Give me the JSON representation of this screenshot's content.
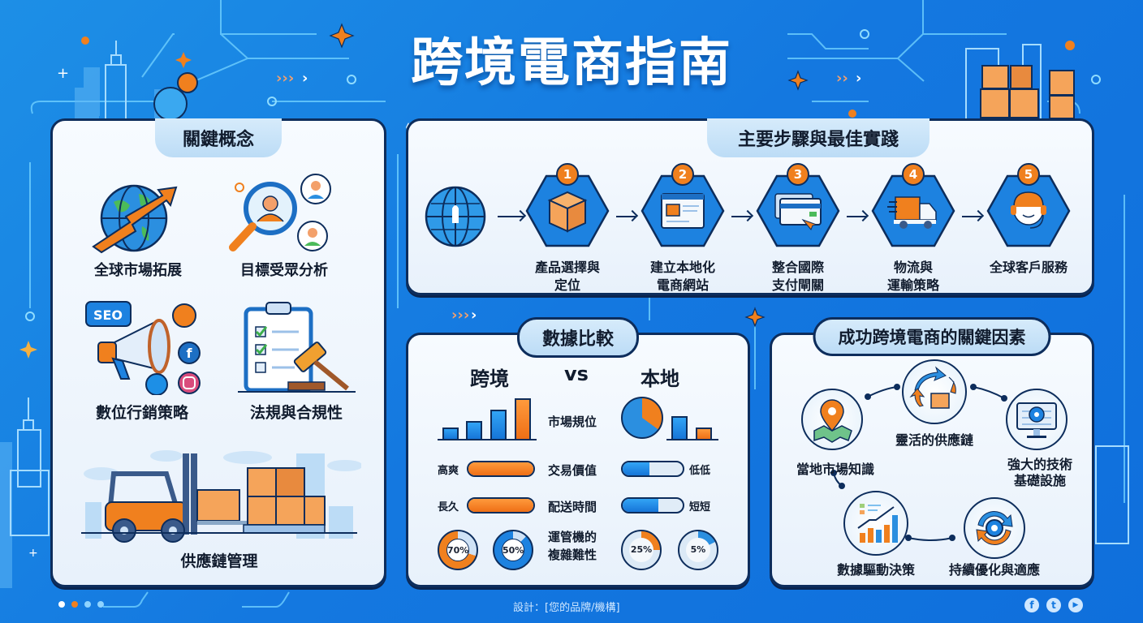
{
  "title": "跨境電商指南",
  "key_concepts": {
    "heading": "關鍵概念",
    "items": [
      {
        "label": "全球市場拓展",
        "icon": "globe-arrows-icon"
      },
      {
        "label": "目標受眾分析",
        "icon": "magnifier-audience-icon"
      },
      {
        "label": "數位行銷策略",
        "icon": "megaphone-seo-icon",
        "badge": "SEO"
      },
      {
        "label": "法規與合規性",
        "icon": "checklist-gavel-icon"
      },
      {
        "label": "供應鏈管理",
        "icon": "forklift-boxes-icon"
      }
    ]
  },
  "steps": {
    "heading": "主要步驟與最佳實踐",
    "start_icon": "globe-icon",
    "items": [
      {
        "num": "1",
        "line1": "產品選擇與",
        "line2": "定位",
        "icon": "box-icon"
      },
      {
        "num": "2",
        "line1": "建立本地化",
        "line2": "電商網站",
        "icon": "website-icon"
      },
      {
        "num": "3",
        "line1": "整合國際",
        "line2": "支付閘關",
        "icon": "credit-card-icon"
      },
      {
        "num": "4",
        "line1": "物流與",
        "line2": "運輸策略",
        "icon": "truck-icon"
      },
      {
        "num": "5",
        "line1": "全球客戶服務",
        "line2": "",
        "icon": "headset-agent-icon"
      }
    ]
  },
  "comparison": {
    "heading": "數據比較",
    "left_label": "跨境",
    "vs_label": "vs",
    "right_label": "本地",
    "rows": [
      {
        "metric": "市場規位",
        "left_type": "bars",
        "right_type": "pie-bars"
      },
      {
        "metric": "交易價值",
        "left_text": "高爽",
        "left_pct": 100,
        "right_text": "低低",
        "right_pct": 45
      },
      {
        "metric": "配送時間",
        "left_text": "長久",
        "left_pct": 100,
        "right_text": "短短",
        "right_pct": 60
      },
      {
        "metric_line1": "運管機的",
        "metric_line2": "複雜難性",
        "donuts": [
          "70%",
          "50%",
          "25%",
          "5%"
        ]
      }
    ]
  },
  "chart_data": {
    "type": "bar",
    "title": "數據比較",
    "series": [
      {
        "name": "跨境 市場規位",
        "values": [
          1,
          2,
          3,
          4
        ]
      },
      {
        "name": "本地 市場規位",
        "values": [
          3,
          1.5
        ]
      }
    ],
    "pie": {
      "name": "本地",
      "slices": [
        {
          "label": "blue",
          "value": 65
        },
        {
          "label": "orange",
          "value": 35
        }
      ]
    },
    "progress": [
      {
        "metric": "交易價值",
        "跨境": 100,
        "本地": 45
      },
      {
        "metric": "配送時間",
        "跨境": 100,
        "本地": 60
      }
    ],
    "donuts": [
      {
        "group": "跨境",
        "value": 70
      },
      {
        "group": "跨境",
        "value": 50
      },
      {
        "group": "本地",
        "value": 25
      },
      {
        "group": "本地",
        "value": 5
      }
    ]
  },
  "factors": {
    "heading": "成功跨境電商的關鍵因素",
    "items": [
      {
        "label": "當地市場知識",
        "icon": "map-pin-icon"
      },
      {
        "label": "靈活的供應鏈",
        "icon": "cycle-box-icon"
      },
      {
        "label1": "強大的技術",
        "label2": "基礎設施",
        "icon": "monitor-gear-icon"
      },
      {
        "label": "數據驅動決策",
        "icon": "chart-growth-icon"
      },
      {
        "label": "持續優化與適應",
        "icon": "gear-refresh-icon"
      }
    ]
  },
  "footer": {
    "credit": "設計：[您的品牌/機構]",
    "social": [
      "facebook-icon",
      "twitter-icon",
      "youtube-icon"
    ],
    "social_glyphs": [
      "f",
      "t",
      "▶"
    ]
  },
  "colors": {
    "background": "#1478e0",
    "accent_orange": "#f0801e",
    "accent_blue": "#1d8fe6",
    "outline": "#0d2d5c"
  }
}
